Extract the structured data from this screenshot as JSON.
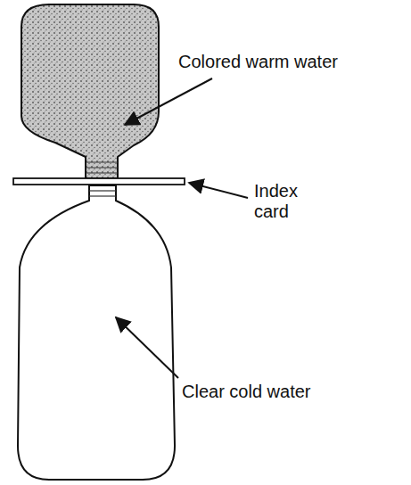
{
  "diagram": {
    "labels": [
      "Colored warm water",
      "Index card",
      "Clear cold water"
    ]
  }
}
